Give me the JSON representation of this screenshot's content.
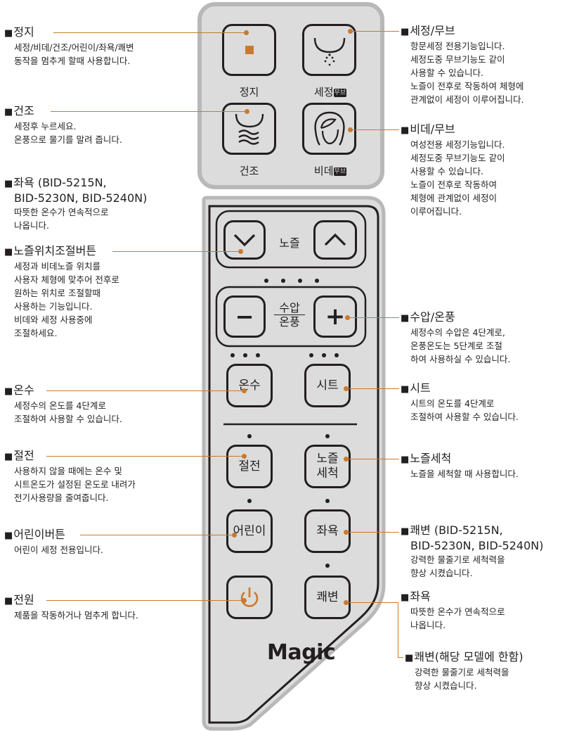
{
  "colors": {
    "accent": "#c97a2e",
    "panel": "#dcdcdc",
    "outline": "#231f20"
  },
  "top_panel": {
    "stop_label": "정지",
    "wash_label": "세정",
    "wash_badge": "무브",
    "dry_label": "건조",
    "bidet_label": "비데",
    "bidet_badge": "무브"
  },
  "remote": {
    "nozzle_label": "노즐",
    "pressure_label_1": "수압",
    "pressure_label_2": "온풍",
    "minus": "−",
    "plus": "+",
    "water_temp": "온수",
    "seat": "시트",
    "power_save": "절전",
    "nozzle_clean_1": "노즐",
    "nozzle_clean_2": "세척",
    "kids": "어린이",
    "bath": "좌욕",
    "enema": "쾌변",
    "brand": "Magic"
  },
  "left": [
    {
      "title": "정지",
      "desc": [
        "세정/비데/건조/어린이/좌욕/쾌변",
        "동작을 멈추게 할때 사용합니다."
      ]
    },
    {
      "title": "건조",
      "desc": [
        "세정후 누르세요.",
        "온풍으로 물기를 말려 줍니다."
      ]
    },
    {
      "title": "좌욕 (BID-5215N,",
      "title2": "BID-5230N, BID-5240N)",
      "desc": [
        "따뜻한 온수가 연속적으로",
        "나옵니다."
      ]
    },
    {
      "title": "노즐위치조절버튼",
      "desc": [
        "세정과 비데노즐 위치를",
        "사용자 체형에 맞추어 전후로",
        "원하는 위치로 조절할때",
        "사용하는 기능입니다.",
        "비데와 세정 사용중에",
        "조절하세요."
      ]
    },
    {
      "title": "온수",
      "desc": [
        "세정수의 온도를 4단계로",
        "조절하여 사용할 수 있습니다."
      ]
    },
    {
      "title": "절전",
      "desc": [
        "사용하지 않을 때에는 온수 및",
        "시트온도가 설정된 온도로 내려가",
        "전기사용량을 줄여줍니다."
      ]
    },
    {
      "title": "어린이버튼",
      "desc": [
        "어린이 세정 전용입니다."
      ]
    },
    {
      "title": "전원",
      "desc": [
        "제품을 작동하거나 멈추게 합니다."
      ]
    }
  ],
  "right": [
    {
      "title": "세정/무브",
      "desc": [
        "항문세정 전용기능입니다.",
        "세정도중 무브기능도 같이",
        "사용할 수 있습니다.",
        "노즐이 전후로 작동하여 체형에",
        "관계없이 세정이 이루어집니다."
      ]
    },
    {
      "title": "비데/무브",
      "desc": [
        "여성전용 세정기능입니다.",
        "세정도중 무브기능도 같이",
        "사용할 수 있습니다.",
        "노즐이 전후로 작동하여",
        "체형에 관계없이 세정이",
        "이루어집니다."
      ]
    },
    {
      "title": "수압/온풍",
      "desc": [
        "세정수의 수압은 4단계로,",
        "온풍온도는 5단계로 조절",
        "하여 사용하실 수 있습니다."
      ]
    },
    {
      "title": "시트",
      "desc": [
        "시트의 온도를 4단계로",
        "조절하여 사용할 수 있습니다."
      ]
    },
    {
      "title": "노즐세척",
      "desc": [
        "노즐을 세척할 때 사용합니다."
      ]
    },
    {
      "title": "쾌변 (BID-5215N,",
      "title2": "BID-5230N, BID-5240N)",
      "desc": [
        "강력한 물줄기로 세척력을",
        "향상 시켰습니다."
      ]
    },
    {
      "title": "좌욕",
      "desc": [
        "따뜻한 온수가 연속적으로",
        "나옵니다."
      ]
    },
    {
      "title": "쾌변(해당 모델에 한함)",
      "desc": [
        "강력한 물줄기로 세척력을",
        "향상 시켰습니다."
      ]
    }
  ]
}
